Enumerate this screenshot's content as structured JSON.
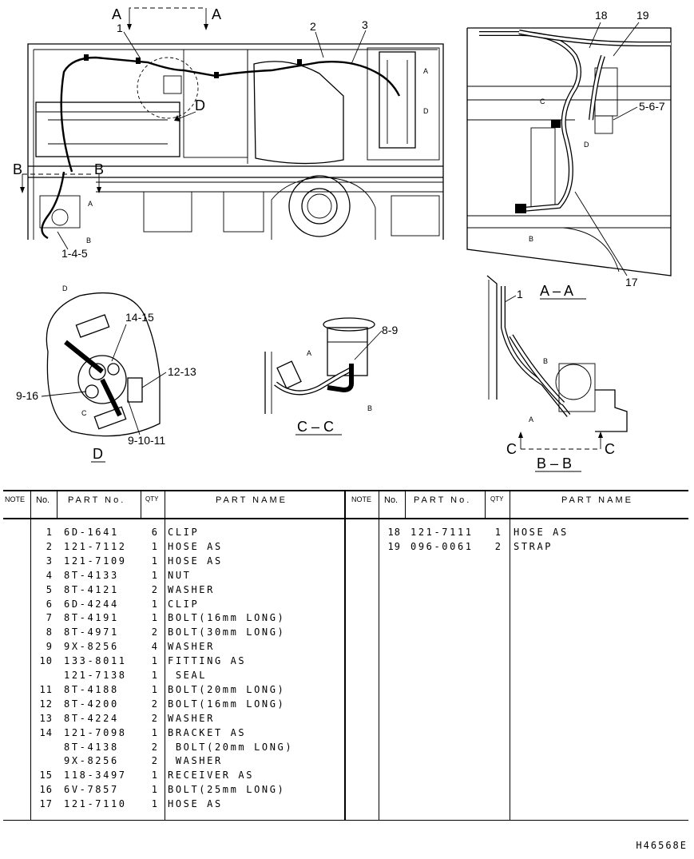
{
  "diagram": {
    "labels": {
      "section_a_left": "A",
      "section_a_right": "A",
      "section_b_left": "B",
      "section_b_right": "B",
      "view_d": "D",
      "conn_a": "A",
      "conn_b": "B",
      "conn_c": "C",
      "conn_d": "D",
      "part_1": "1",
      "part_2": "2",
      "part_3": "3",
      "part_1_4_5": "1-4-5",
      "part_18": "18",
      "part_19": "19",
      "part_5_6_7": "5-6-7",
      "part_17": "17",
      "part_14_15": "14-15",
      "part_12_13": "12-13",
      "part_9_16": "9-16",
      "part_9_10_11": "9-10-11",
      "part_8_9": "8-9",
      "section_c_left": "C",
      "section_c_right": "C"
    },
    "view_titles": {
      "aa": "A – A",
      "d": "D",
      "cc": "C – C",
      "bb": "B – B"
    }
  },
  "table": {
    "headers": {
      "note": "NOTE",
      "no": "No.",
      "part_no": "PART  No.",
      "qty": "QTY",
      "part_name": "PART  NAME"
    },
    "left_rows": [
      {
        "no": "1",
        "part": "6D-1641",
        "qty": "6",
        "name": "CLIP"
      },
      {
        "no": "2",
        "part": "121-7112",
        "qty": "1",
        "name": "HOSE AS"
      },
      {
        "no": "3",
        "part": "121-7109",
        "qty": "1",
        "name": "HOSE AS"
      },
      {
        "no": "4",
        "part": "8T-4133",
        "qty": "1",
        "name": "NUT"
      },
      {
        "no": "5",
        "part": "8T-4121",
        "qty": "2",
        "name": "WASHER"
      },
      {
        "no": "6",
        "part": "6D-4244",
        "qty": "1",
        "name": "CLIP"
      },
      {
        "no": "7",
        "part": "8T-4191",
        "qty": "1",
        "name": "BOLT(16mm LONG)"
      },
      {
        "no": "8",
        "part": "8T-4971",
        "qty": "2",
        "name": "BOLT(30mm LONG)"
      },
      {
        "no": "9",
        "part": "9X-8256",
        "qty": "4",
        "name": "WASHER"
      },
      {
        "no": "10",
        "part": "133-8011",
        "qty": "1",
        "name": "FITTING AS"
      },
      {
        "no": "",
        "part": "121-7138",
        "qty": "1",
        "name": " SEAL"
      },
      {
        "no": "11",
        "part": "8T-4188",
        "qty": "1",
        "name": "BOLT(20mm LONG)"
      },
      {
        "no": "12",
        "part": "8T-4200",
        "qty": "2",
        "name": "BOLT(16mm LONG)"
      },
      {
        "no": "13",
        "part": "8T-4224",
        "qty": "2",
        "name": "WASHER"
      },
      {
        "no": "14",
        "part": "121-7098",
        "qty": "1",
        "name": "BRACKET AS"
      },
      {
        "no": "",
        "part": "8T-4138",
        "qty": "2",
        "name": " BOLT(20mm LONG)"
      },
      {
        "no": "",
        "part": "9X-8256",
        "qty": "2",
        "name": " WASHER"
      },
      {
        "no": "15",
        "part": "118-3497",
        "qty": "1",
        "name": "RECEIVER AS"
      },
      {
        "no": "16",
        "part": "6V-7857",
        "qty": "1",
        "name": "BOLT(25mm LONG)"
      },
      {
        "no": "17",
        "part": "121-7110",
        "qty": "1",
        "name": "HOSE AS"
      }
    ],
    "right_rows": [
      {
        "no": "18",
        "part": "121-7111",
        "qty": "1",
        "name": "HOSE AS"
      },
      {
        "no": "19",
        "part": "096-0061",
        "qty": "2",
        "name": "STRAP"
      }
    ]
  },
  "drawing_ref": "H46568E"
}
